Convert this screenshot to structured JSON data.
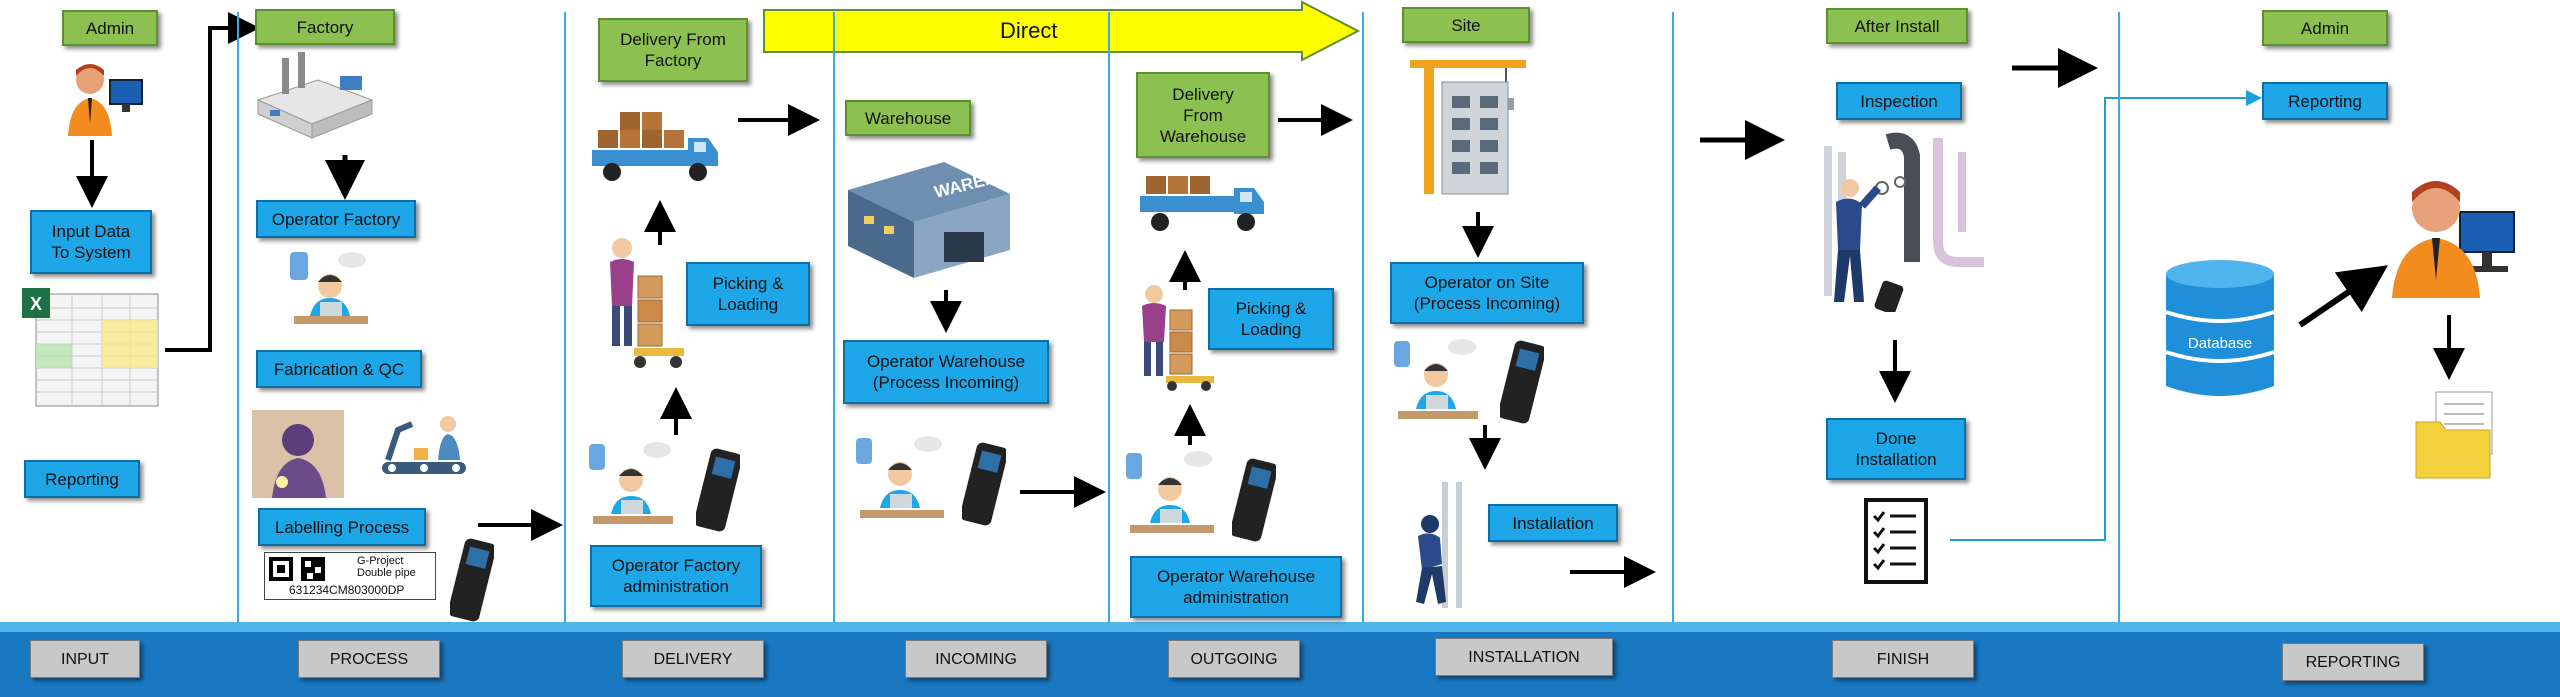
{
  "banner": {
    "direct_label": "Direct"
  },
  "stages": {
    "input": "INPUT",
    "process": "PROCESS",
    "delivery": "DELIVERY",
    "incoming": "INCOMING",
    "outgoing": "OUTGOING",
    "installation": "INSTALLATION",
    "finish": "FINISH",
    "reporting": "REPORTING"
  },
  "input_col": {
    "admin": "Admin",
    "input_data": "Input Data\nTo System",
    "reporting": "Reporting",
    "excel_letter": "X"
  },
  "process_col": {
    "factory": "Factory",
    "operator_factory": "Operator Factory",
    "fabrication": "Fabrication & QC",
    "labelling": "Labelling Process",
    "label_text_1": "G-Project",
    "label_text_2": "Double pipe",
    "label_code": "631234CM803000DP"
  },
  "delivery_col": {
    "delivery_from_factory": "Delivery From\nFactory",
    "picking_loading": "Picking &\nLoading",
    "operator_admin": "Operator Factory\nadministration"
  },
  "incoming_col": {
    "warehouse": "Warehouse",
    "warehouse_sign": "WAREHOUSE",
    "operator_warehouse": "Operator Warehouse\n(Process Incoming)"
  },
  "outgoing_col": {
    "delivery_from_warehouse": "Delivery\nFrom\nWarehouse",
    "picking_loading": "Picking &\nLoading",
    "operator_admin": "Operator Warehouse\nadministration"
  },
  "installation_col": {
    "site": "Site",
    "operator_site": "Operator on Site\n(Process Incoming)",
    "installation": "Installation"
  },
  "finish_col": {
    "after_install": "After Install",
    "inspection": "Inspection",
    "done_installation": "Done\nInstallation"
  },
  "reporting_col": {
    "admin": "Admin",
    "reporting": "Reporting",
    "database": "Database"
  },
  "colors": {
    "green_box": "#8cc152",
    "blue_box": "#1ea7e8",
    "divider": "#33aee6",
    "band": "#1a78c2",
    "arrow_banner": "#ffff00"
  }
}
